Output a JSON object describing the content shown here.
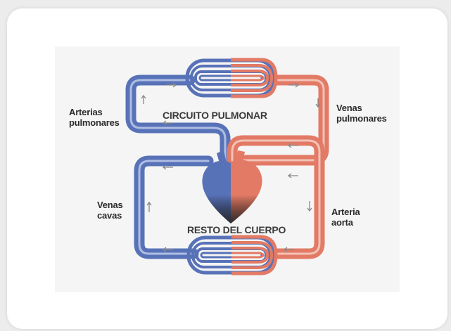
{
  "diagram": {
    "labels": {
      "pulmonary_arteries": "Arterias\npulmonares",
      "pulmonary_circuit": "CIRCUITO PULMONAR",
      "pulmonary_veins": "Venas\npulmonares",
      "vena_cava": "Venas\ncavas",
      "rest_of_body": "RESTO DEL CUERPO",
      "aorta": "Arteria\naorta"
    },
    "colors": {
      "deoxygenated": "#5872b8",
      "deoxygenated_light": "#aebde4",
      "oxygenated": "#e27a65",
      "oxygenated_light": "#f3c2b6",
      "heart_dark": "#333333",
      "background": "#f5f5f5"
    }
  }
}
